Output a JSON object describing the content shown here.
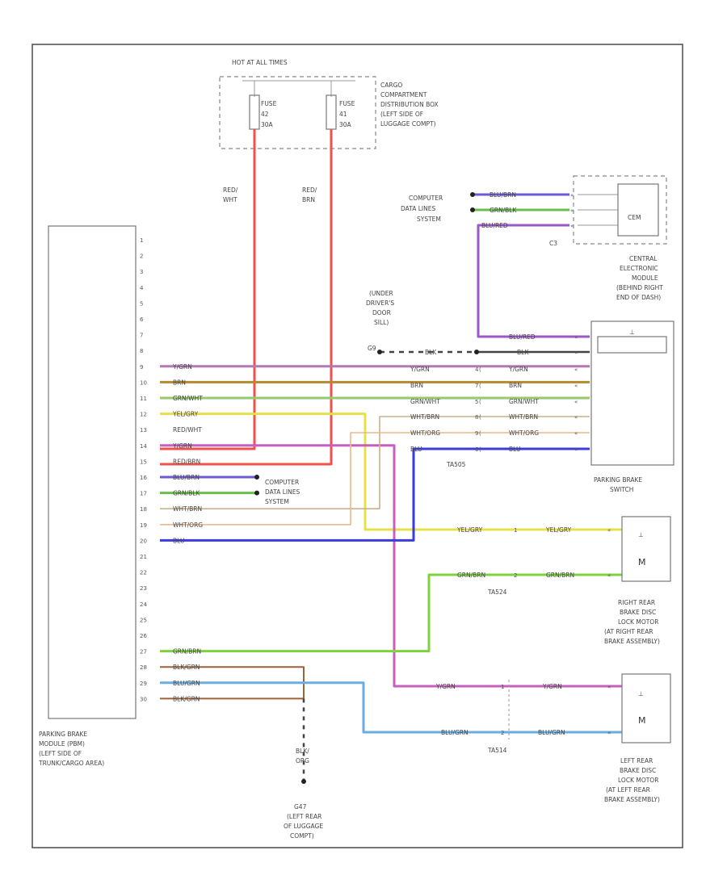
{
  "diagram": {
    "code_label": "",
    "hot_label": "HOT AT ALL TIMES",
    "fuse_box": {
      "label_lines": [
        "CARGO",
        "COMPARTMENT",
        "DISTRIBUTION BOX",
        "(LEFT SIDE OF",
        "LUGGAGE COMPT)"
      ],
      "fuses": [
        {
          "lines": [
            "FUSE",
            "42",
            "30A"
          ]
        },
        {
          "lines": [
            "FUSE",
            "41",
            "30A"
          ]
        }
      ]
    },
    "supply_wires": [
      {
        "lines": [
          "RED/",
          "WHT"
        ],
        "color": "#f0524b"
      },
      {
        "lines": [
          "RED/",
          "BRN"
        ],
        "color": "#f0524b"
      }
    ],
    "computer_data_top": {
      "lines": [
        "COMPUTER",
        "DATA LINES",
        "SYSTEM"
      ]
    },
    "computer_data_left": {
      "lines": [
        "COMPUTER",
        "DATA LINES",
        "SYSTEM"
      ]
    },
    "cem": {
      "label": "CEM",
      "connector": "C3",
      "desc_lines": [
        "CENTRAL",
        "ELECTRONIC",
        "MODULE",
        "(BEHIND RIGHT",
        "END OF DASH)"
      ],
      "wires": [
        {
          "label": "BLU/BRN",
          "pin": "",
          "color": "#6b5bd6"
        },
        {
          "label": "GRN/BLK",
          "pin": "",
          "color": "#6abf4b"
        },
        {
          "label": "BLU/RED",
          "pin": "",
          "color": "#9b58c9"
        }
      ]
    },
    "ground_switch": {
      "lines": [
        "(UNDER",
        "DRIVER'S",
        "DOOR",
        "SILL)"
      ],
      "ground_id": "G9",
      "wire": "BLK"
    },
    "switch_wire_blu_red": "BLU/RED",
    "pbm": {
      "desc_lines": [
        "PARKING BRAKE",
        "MODULE (PBM)",
        "(LEFT SIDE OF",
        "TRUNK/CARGO AREA)"
      ],
      "pins": [
        "1",
        "2",
        "3",
        "4",
        "5",
        "6",
        "7",
        "8",
        "9",
        "10",
        "11",
        "12",
        "13",
        "14",
        "15",
        "16",
        "17",
        "18",
        "19",
        "20",
        "21",
        "22",
        "23",
        "24",
        "25",
        "26",
        "27",
        "28",
        "29",
        "30"
      ]
    },
    "pbm_wires": [
      {
        "pin": "9",
        "label": "Y/GRN",
        "color": "#b478b4"
      },
      {
        "pin": "10",
        "label": "BRN",
        "color": "#b58a2e"
      },
      {
        "pin": "11",
        "label": "GRN/WHT",
        "color": "#96c86e"
      },
      {
        "pin": "12",
        "label": "YEL/GRY",
        "color": "#e8e04a"
      },
      {
        "pin": "13",
        "label": "RED/WHT",
        "color": "#f0524b"
      },
      {
        "pin": "14",
        "label": "Y/GRN",
        "color": "#c75fbf"
      },
      {
        "pin": "15",
        "label": "RED/BRN",
        "color": "#f0524b"
      },
      {
        "pin": "16",
        "label": "BLU/BRN",
        "color": "#6b5bd6"
      },
      {
        "pin": "17",
        "label": "GRN/BLK",
        "color": "#6abf4b"
      },
      {
        "pin": "18",
        "label": "WHT/BRN",
        "color": "#c9b08a"
      },
      {
        "pin": "19",
        "label": "WHT/ORG",
        "color": "#eab88a"
      },
      {
        "pin": "20",
        "label": "BLU",
        "color": "#3b3bdf"
      },
      {
        "pin": "27",
        "label": "GRN/BRN",
        "color": "#7fd23e"
      },
      {
        "pin": "28",
        "label": "BLK/GRN",
        "color": "#a0623a"
      },
      {
        "pin": "29",
        "label": "BLU/GRN",
        "color": "#6aaee0"
      },
      {
        "pin": "30",
        "label": "BLK/GRN",
        "color": "#a0623a"
      }
    ],
    "switch_wires": [
      {
        "label": "Y/GRN",
        "conn_pin": "4",
        "color": "#b478b4"
      },
      {
        "label": "BRN",
        "conn_pin": "7",
        "color": "#b58a2e"
      },
      {
        "label": "GRN/WHT",
        "conn_pin": "5",
        "color": "#96c86e"
      },
      {
        "label": "WHT/BRN",
        "conn_pin": "8",
        "color": "#c9b08a"
      },
      {
        "label": "WHT/ORG",
        "conn_pin": "9",
        "color": "#eab88a"
      },
      {
        "label": "BLU",
        "conn_pin": "6",
        "color": "#3b3bdf"
      }
    ],
    "blk_wire": "BLK",
    "gnd_wire": "BLK",
    "switch_connector": "TA505",
    "switch": {
      "desc_lines": [
        "PARKING BRAKE",
        "SWITCH"
      ]
    },
    "right_motor": {
      "wires": [
        {
          "label": "YEL/GRY",
          "inline_pin": "1",
          "color": "#e8e04a"
        },
        {
          "label": "GRN/BRN",
          "inline_pin": "2",
          "color": "#7fd23e"
        }
      ],
      "connector": "TA524",
      "desc_lines": [
        "RIGHT REAR",
        "BRAKE DISC",
        "LOCK MOTOR",
        "(AT RIGHT REAR",
        "BRAKE ASSEMBLY)"
      ]
    },
    "left_motor": {
      "wires": [
        {
          "label": "Y/GRN",
          "inline_pin": "1",
          "color": "#c75fbf"
        },
        {
          "label": "BLU/GRN",
          "inline_pin": "2",
          "color": "#6b5bd6"
        }
      ],
      "connector": "TA514",
      "desc_lines": [
        "LEFT REAR",
        "BRAKE DISC",
        "LOCK MOTOR",
        "(AT LEFT REAR",
        "BRAKE ASSEMBLY)"
      ]
    },
    "ground": {
      "wire_lines": [
        "BLK/",
        "ORG"
      ],
      "id": "G47",
      "desc_lines": [
        "(LEFT REAR",
        "OF LUGGAGE",
        "COMPT)"
      ]
    }
  }
}
